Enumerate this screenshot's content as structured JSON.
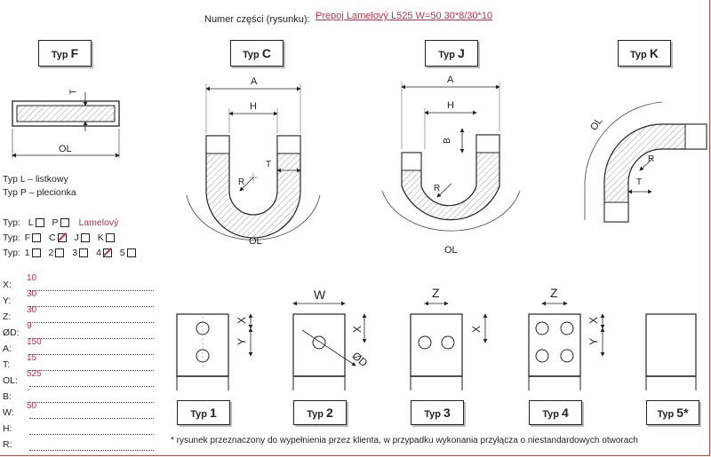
{
  "header": {
    "label": "Numer części (rysunku):",
    "value": "Prepoj Lamelový L525 W=50 30*8/30*10"
  },
  "types_top": [
    {
      "prefix": "Typ",
      "letter": "F"
    },
    {
      "prefix": "Typ",
      "letter": "C"
    },
    {
      "prefix": "Typ",
      "letter": "J"
    },
    {
      "prefix": "Typ",
      "letter": "K"
    }
  ],
  "legend": {
    "line1": "Typ L – listkowy",
    "line2": "Typ P – plecionka"
  },
  "selectors": {
    "typ_material": {
      "label": "Typ:",
      "options": [
        "L",
        "P"
      ],
      "value": "Lamelový"
    },
    "typ_shape": {
      "label": "Typ:",
      "options": [
        "F",
        "C",
        "J",
        "K"
      ],
      "checked": "C"
    },
    "typ_holes": {
      "label": "Typ:",
      "options": [
        "1",
        "2",
        "3",
        "4",
        "5"
      ],
      "checked": "4"
    }
  },
  "fields": [
    {
      "label": "X:",
      "value": "10"
    },
    {
      "label": "Y:",
      "value": "30"
    },
    {
      "label": "Z:",
      "value": "30"
    },
    {
      "label": "ØD:",
      "value": "9"
    },
    {
      "label": "A:",
      "value": "150"
    },
    {
      "label": "T:",
      "value": "15"
    },
    {
      "label": "OL:",
      "value": "525"
    },
    {
      "label": "B:",
      "value": "-"
    },
    {
      "label": "W:",
      "value": "50"
    },
    {
      "label": "H:",
      "value": ""
    },
    {
      "label": "R:",
      "value": ""
    }
  ],
  "dims": {
    "T": "T",
    "OL": "OL",
    "A": "A",
    "H": "H",
    "R": "R",
    "B": "B",
    "W": "W",
    "X": "X",
    "Y": "Y",
    "Z": "Z",
    "D": "ØD"
  },
  "types_bottom": [
    {
      "prefix": "Typ",
      "num": "1"
    },
    {
      "prefix": "Typ",
      "num": "2"
    },
    {
      "prefix": "Typ",
      "num": "3"
    },
    {
      "prefix": "Typ",
      "num": "4"
    },
    {
      "prefix": "Typ",
      "num": "5*"
    }
  ],
  "footnote": "* rysunek przeznaczony do wypełnienia przez klienta, w przypadku wykonania przyłącza o niestandardowych otworach",
  "colors": {
    "accent": "#c0304a",
    "hatch": "#888888"
  }
}
